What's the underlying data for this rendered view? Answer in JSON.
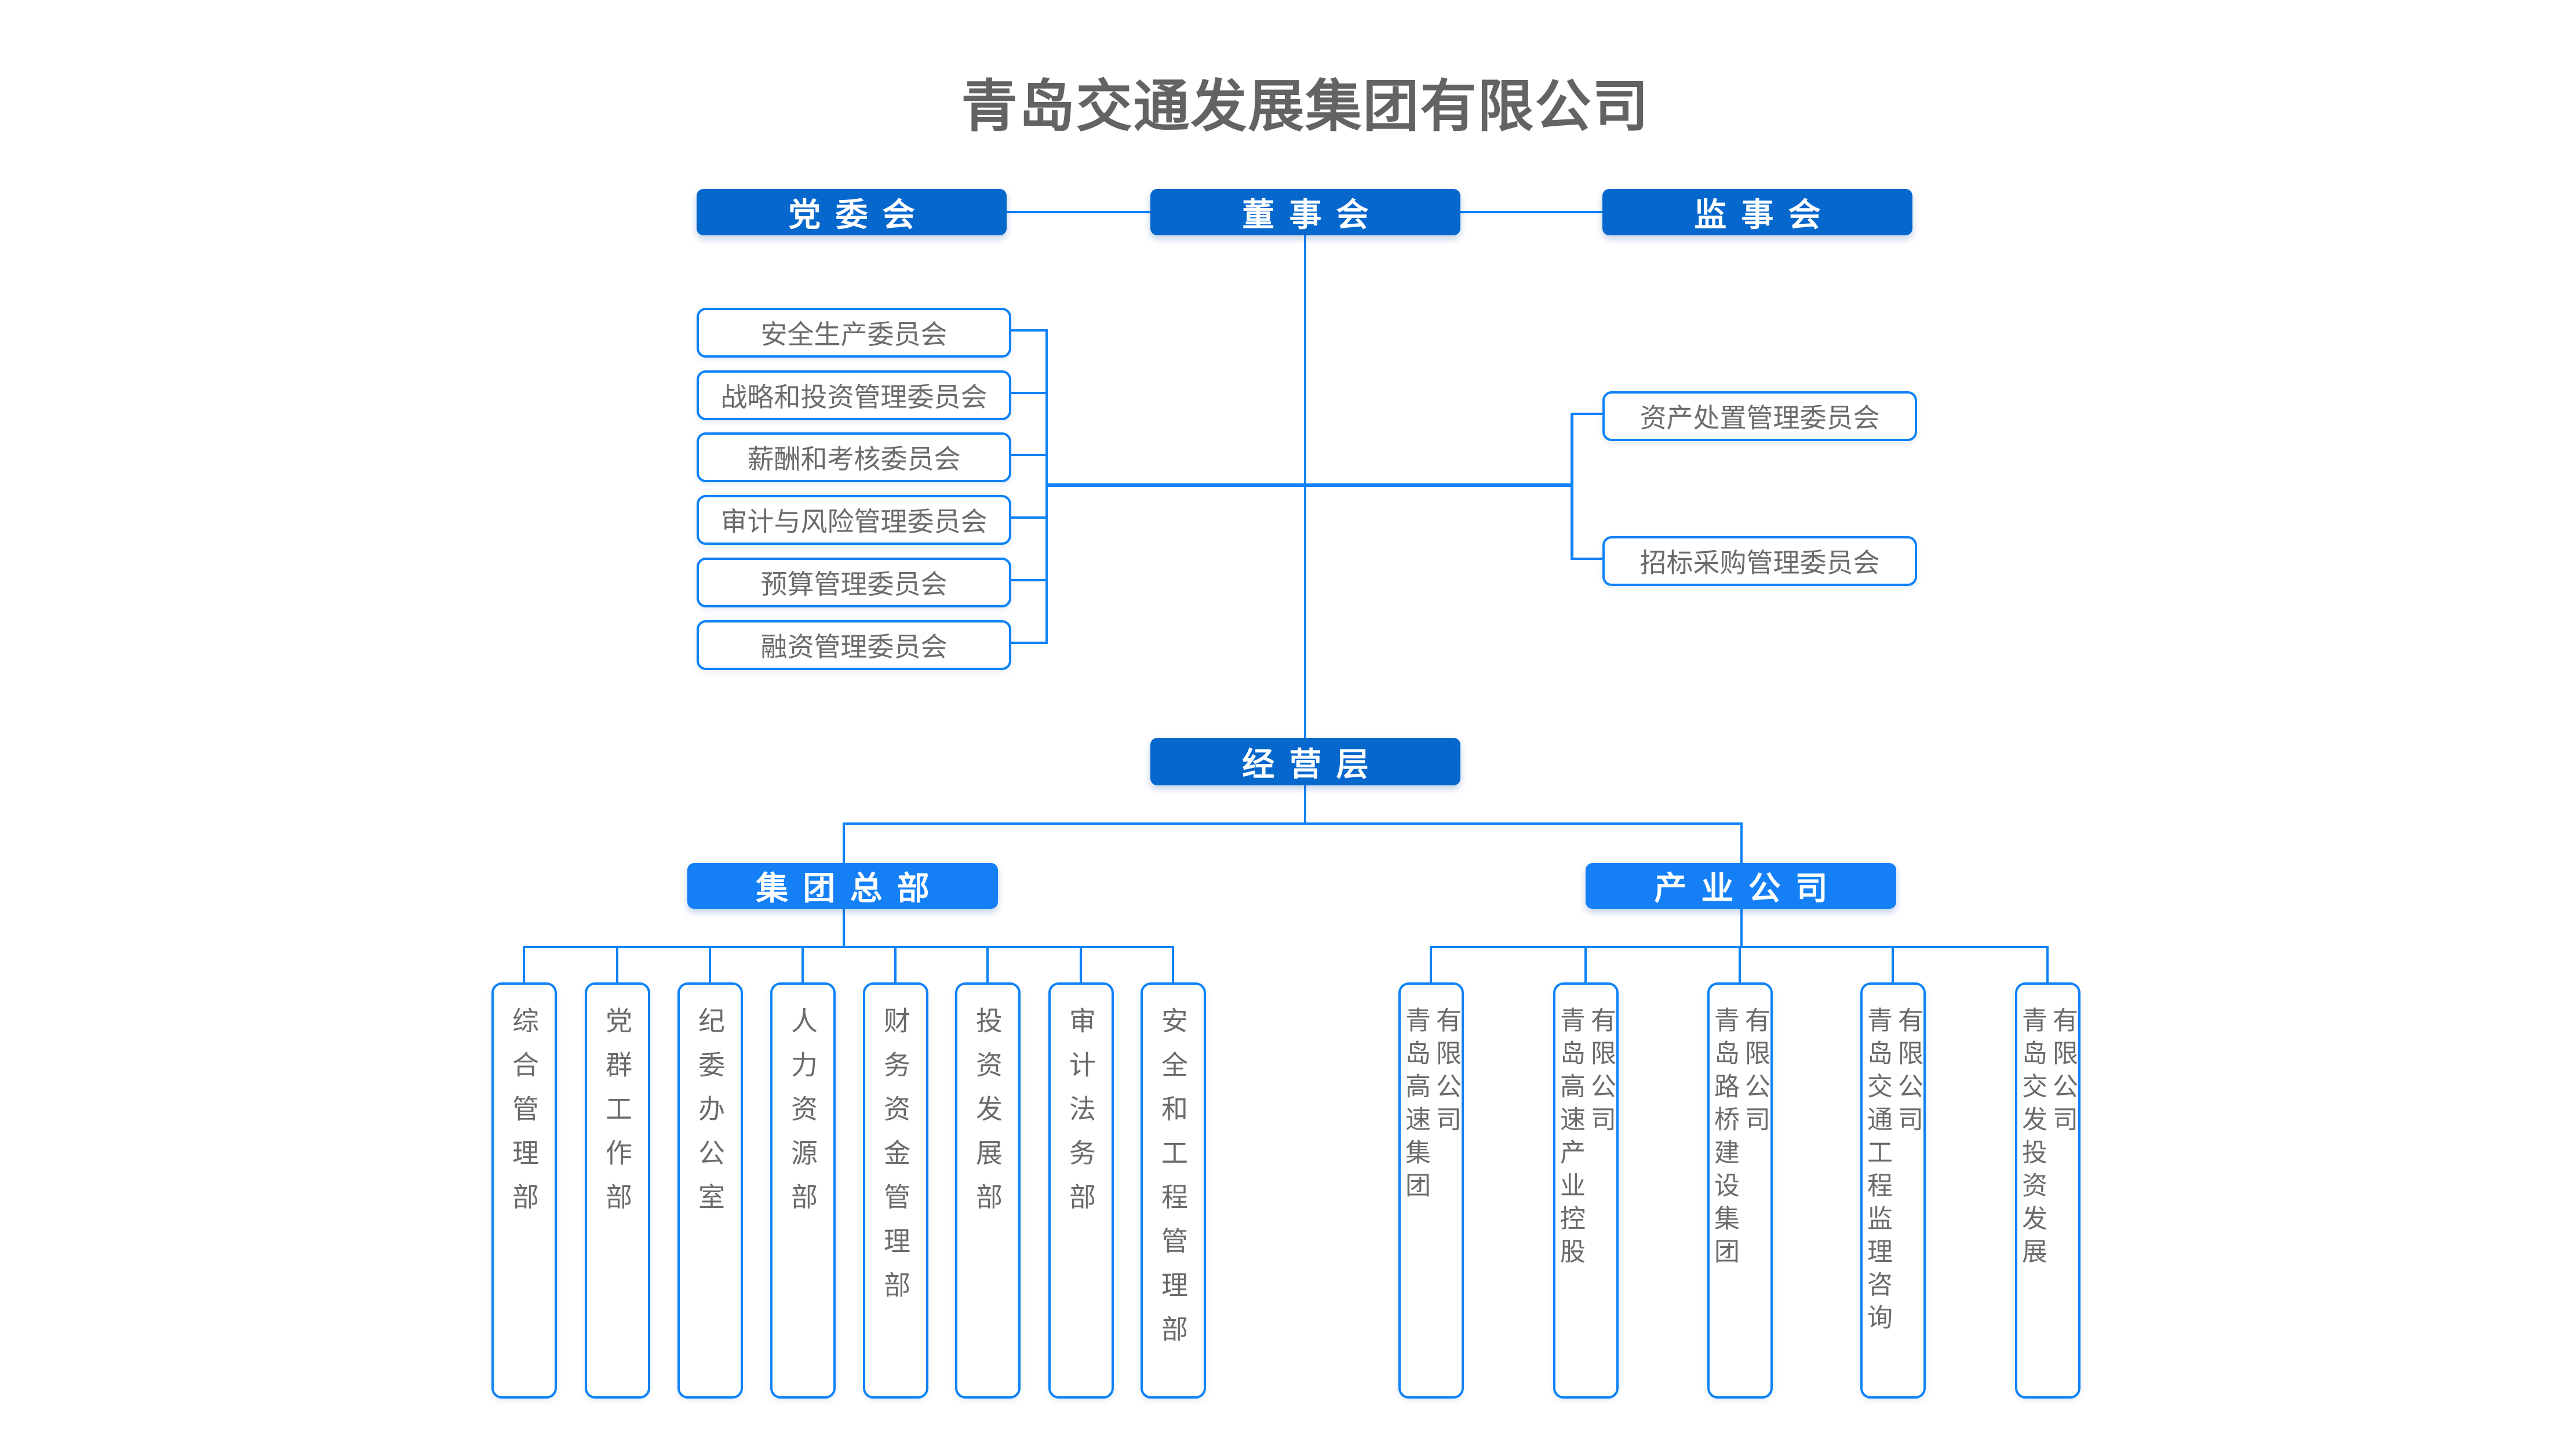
{
  "title": "青岛交通发展集团有限公司",
  "governance": {
    "party_committee": "党委会",
    "board_of_directors": "董事会",
    "supervisory_board": "监事会"
  },
  "board_committees_left": [
    "安全生产委员会",
    "战略和投资管理委员会",
    "薪酬和考核委员会",
    "审计与风险管理委员会",
    "预算管理委员会",
    "融资管理委员会"
  ],
  "board_committees_right": [
    "资产处置管理委员会",
    "招标采购管理委员会"
  ],
  "management_layer": "经营层",
  "group_headquarters": {
    "label": "集团总部",
    "departments": [
      "综合管理部",
      "党群工作部",
      "纪委办公室",
      "人力资源部",
      "财务资金管理部",
      "投资发展部",
      "审计法务部",
      "安全和工程管理部"
    ]
  },
  "industry_companies": {
    "label": "产业公司",
    "companies": [
      {
        "name": "青岛高速集团",
        "suffix": "有限公司"
      },
      {
        "name": "青岛高速产业控股",
        "suffix": "有限公司"
      },
      {
        "name": "青岛路桥建设集团",
        "suffix": "有限公司"
      },
      {
        "name": "青岛交通工程监理咨询",
        "suffix": "有限公司"
      },
      {
        "name": "青岛交发投资发展",
        "suffix": "有限公司"
      }
    ]
  },
  "colors": {
    "dark_blue": "#0667CC",
    "bright_blue": "#1580F6",
    "line_blue": "#0E82F7",
    "gray_text": "#6B6B6B",
    "title_gray": "#636363"
  }
}
